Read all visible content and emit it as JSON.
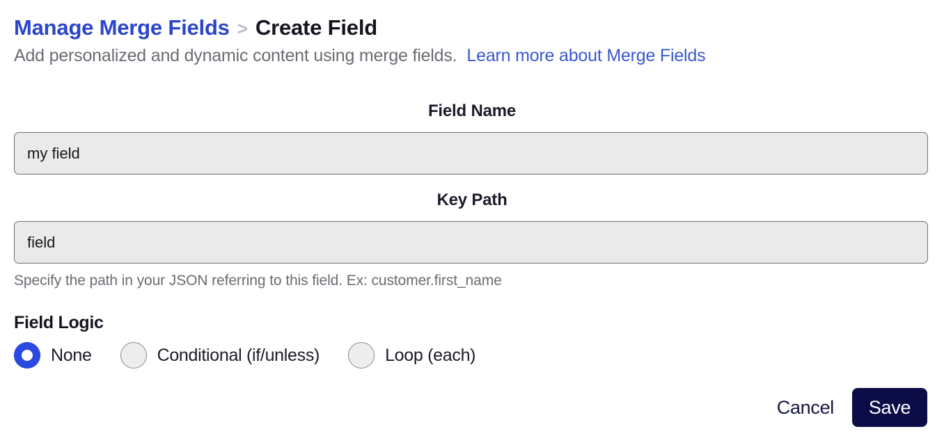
{
  "breadcrumb": {
    "parent_label": "Manage Merge Fields",
    "separator": ">",
    "current_label": "Create Field"
  },
  "subtitle": {
    "text": "Add personalized and dynamic content using merge fields.",
    "link_label": "Learn more about Merge Fields"
  },
  "form": {
    "field_name": {
      "label": "Field Name",
      "value": "my field",
      "placeholder": ""
    },
    "key_path": {
      "label": "Key Path",
      "value": "field",
      "placeholder": "",
      "helper": "Specify the path in your JSON referring to this field. Ex: customer.first_name"
    },
    "field_logic": {
      "label": "Field Logic",
      "selected": "None",
      "options": [
        {
          "label": "None",
          "selected": true
        },
        {
          "label": "Conditional (if/unless)",
          "selected": false
        },
        {
          "label": "Loop (each)",
          "selected": false
        }
      ]
    }
  },
  "footer": {
    "cancel_label": "Cancel",
    "save_label": "Save"
  },
  "colors": {
    "breadcrumb_blue": "#2b45cc",
    "link_blue": "#3a57d0",
    "radio_selected_blue": "#2a49e0",
    "save_navy": "#0c0c46",
    "input_bg": "#eaeaea",
    "muted_text": "#6b6b74"
  }
}
